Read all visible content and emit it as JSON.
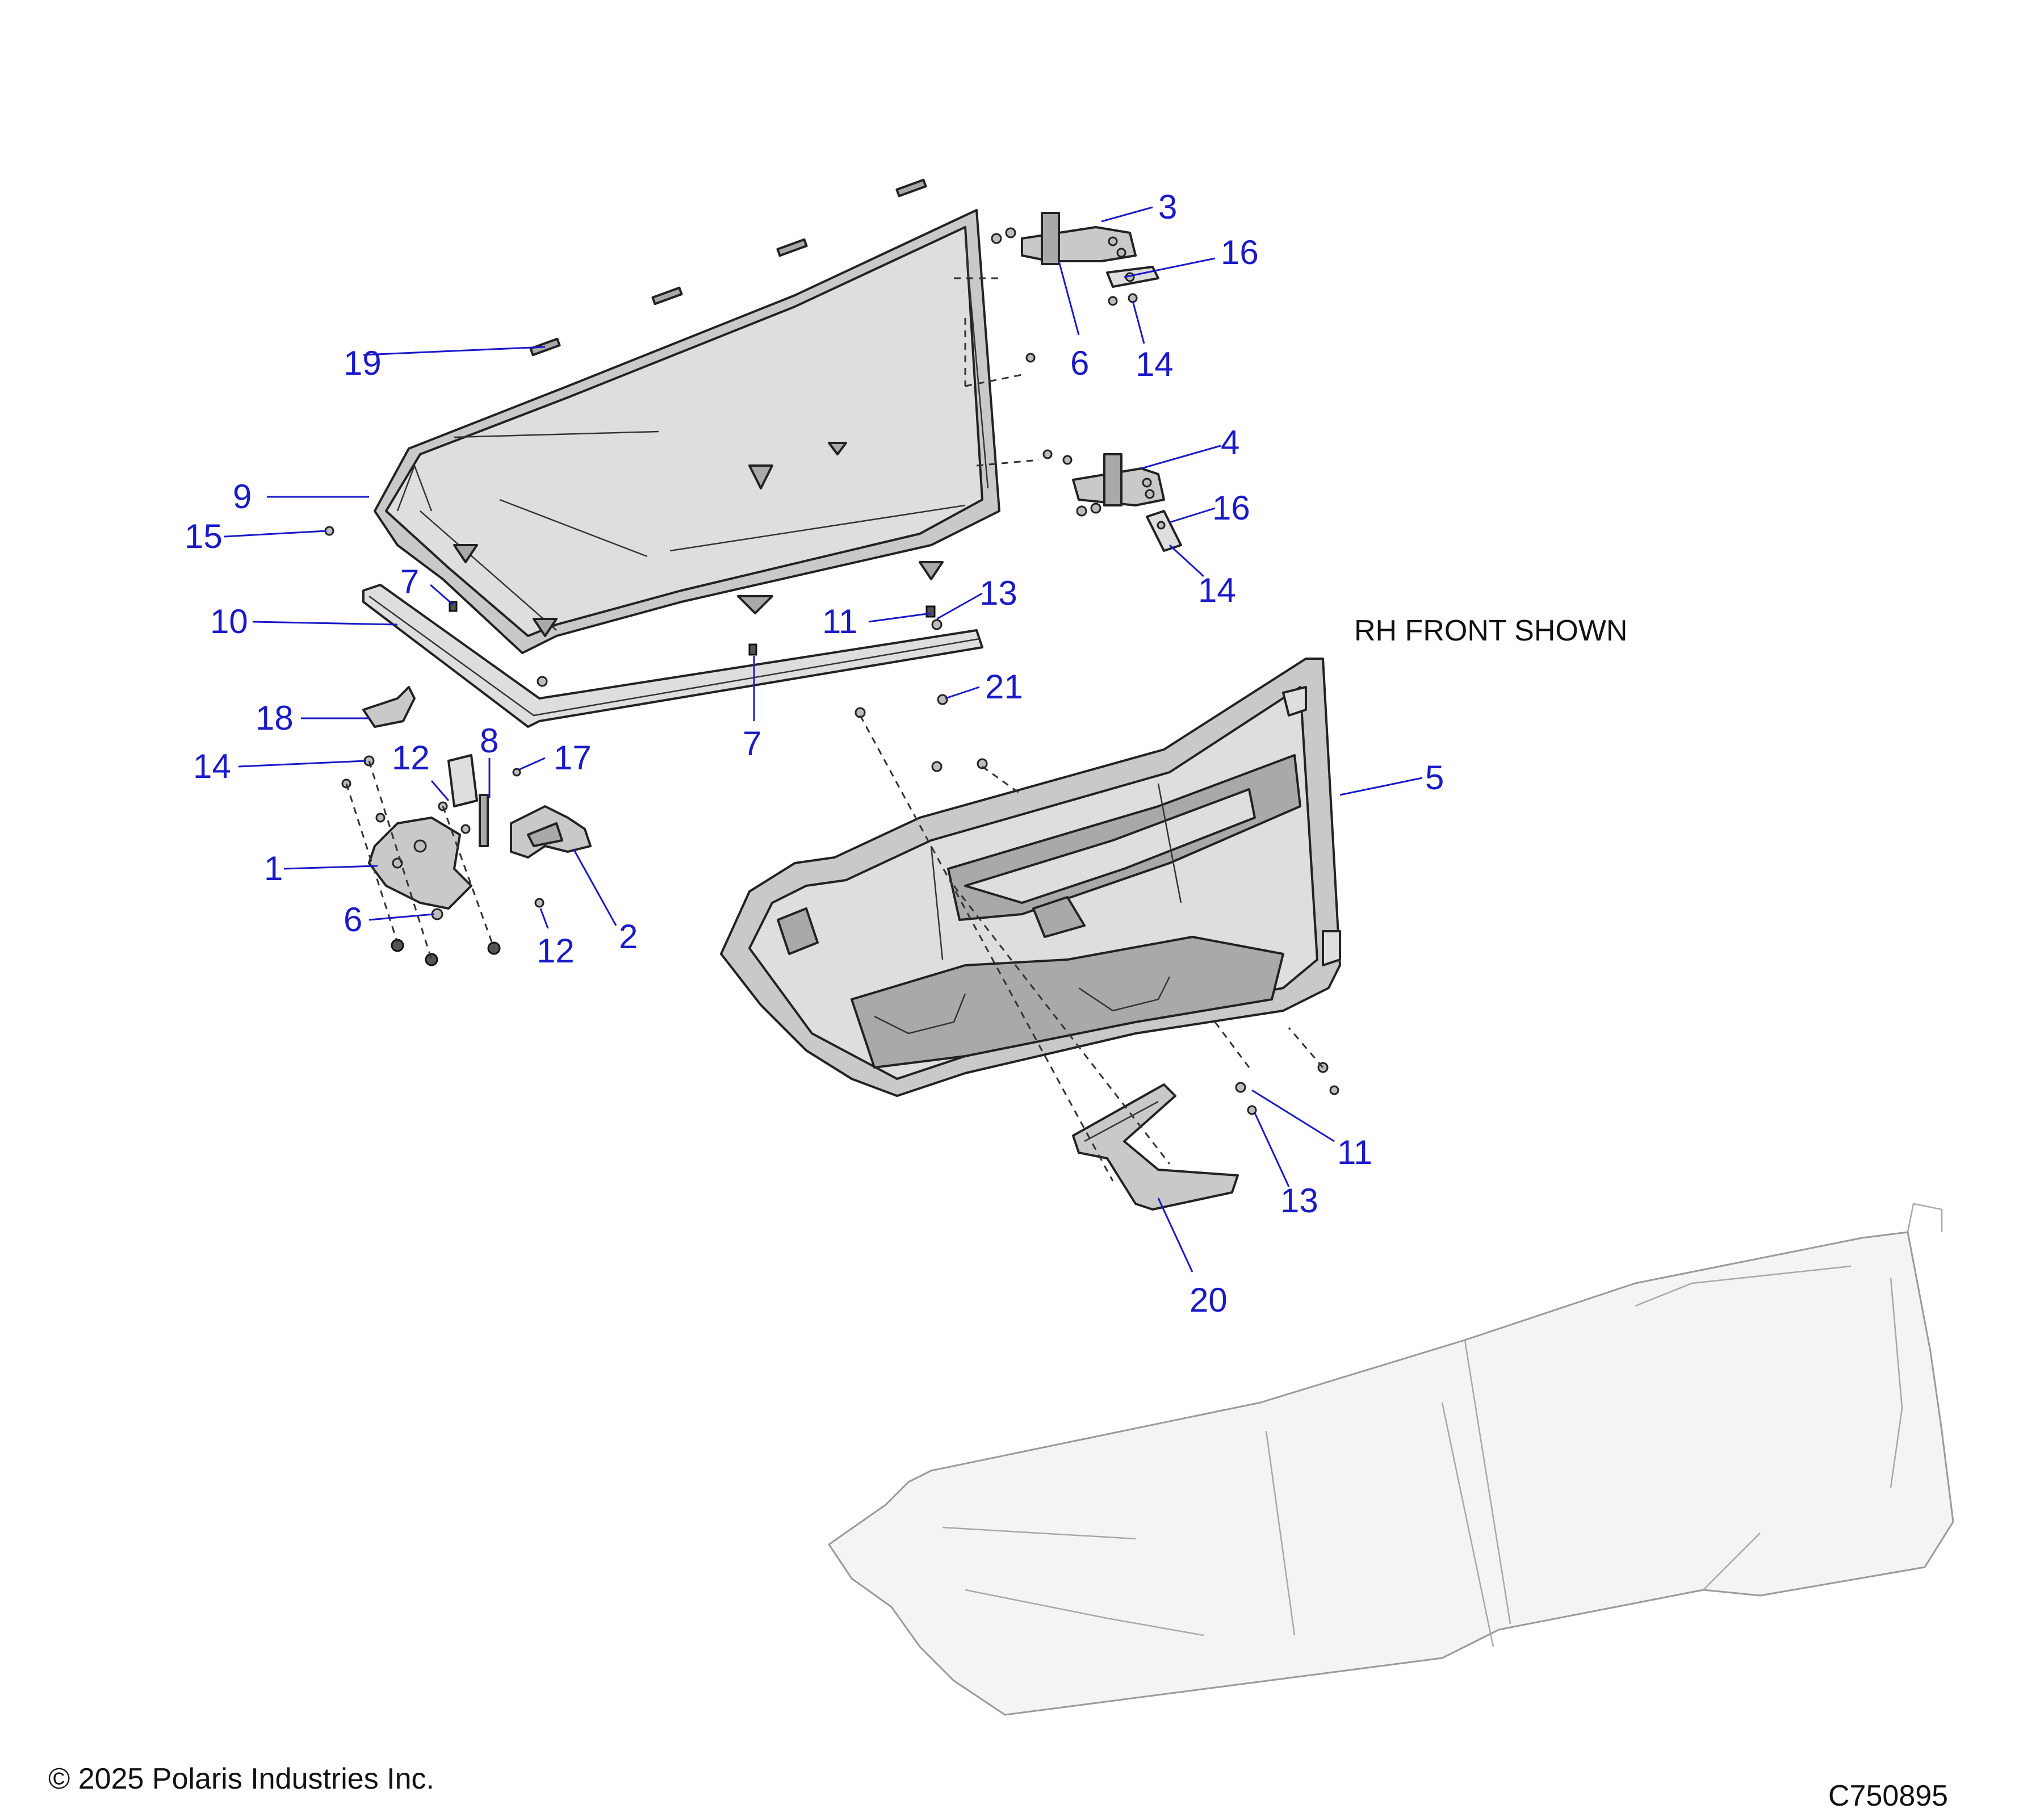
{
  "view_note": "RH FRONT SHOWN",
  "copyright": "© 2025 Polaris Industries Inc.",
  "diagram_id": "C750895",
  "callouts": {
    "c1": "1",
    "c2": "2",
    "c3": "3",
    "c4": "4",
    "c5": "5",
    "c6a": "6",
    "c6b": "6",
    "c7a": "7",
    "c7b": "7",
    "c8": "8",
    "c9": "9",
    "c10": "10",
    "c11a": "11",
    "c11b": "11",
    "c12a": "12",
    "c12b": "12",
    "c13a": "13",
    "c13b": "13",
    "c14a": "14",
    "c14b": "14",
    "c14c": "14",
    "c15": "15",
    "c16a": "16",
    "c16b": "16",
    "c17": "17",
    "c18": "18",
    "c19": "19",
    "c20": "20",
    "c21": "21"
  }
}
